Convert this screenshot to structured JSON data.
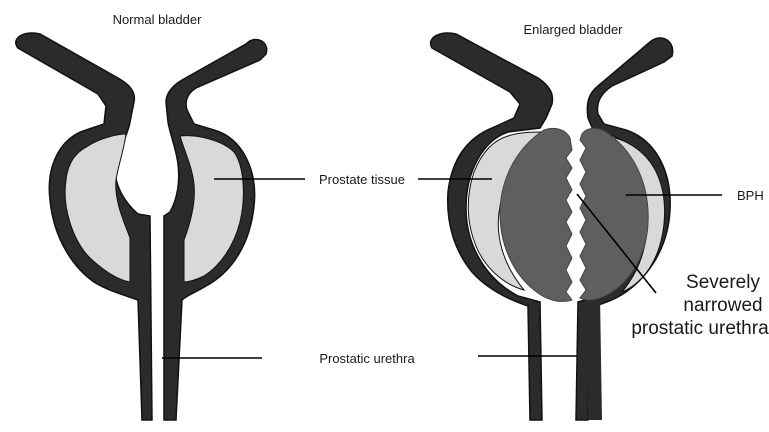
{
  "labels": {
    "normal_title": "Normal bladder",
    "enlarged_title": "Enlarged bladder",
    "prostate_tissue": "Prostate tissue",
    "prostatic_urethra": "Prostatic urethra",
    "bph": "BPH",
    "narrowed_line1": "Severely",
    "narrowed_line2": "narrowed",
    "narrowed_line3": "prostatic urethra"
  },
  "colors": {
    "wall": "#2b2b2b",
    "outline": "#111111",
    "tissue": "#d9d9d9",
    "bph": "#5f5f5f",
    "leader": "#000000"
  }
}
